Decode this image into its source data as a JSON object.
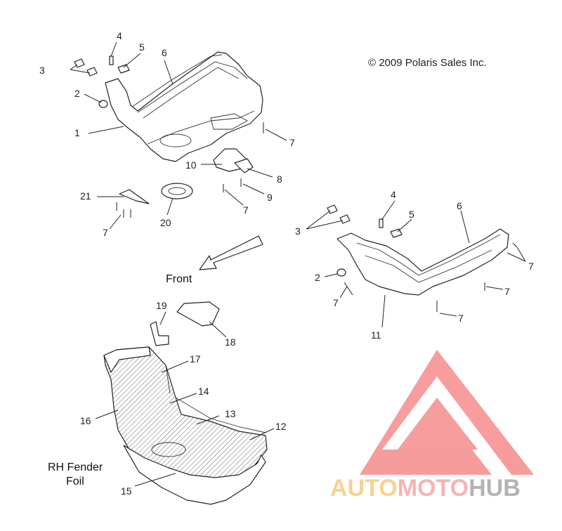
{
  "copyright": "© 2009 Polaris Sales Inc.",
  "front_label": "Front",
  "section_label": [
    "RH Fender",
    "Foil"
  ],
  "watermark": {
    "part1": "AUTO",
    "part2": "MOTO",
    "part3": "HUB",
    "logo_color": "#f47c7c"
  },
  "labels": {
    "l1": "1",
    "l2": "2",
    "l3": "3",
    "l4": "4",
    "l5": "5",
    "l6": "6",
    "l7a": "7",
    "l7b": "7",
    "l7c": "7",
    "l8": "8",
    "l9": "9",
    "l10": "10",
    "l20": "20",
    "l21": "21",
    "r2": "2",
    "r3": "3",
    "r4": "4",
    "r5": "5",
    "r6": "6",
    "r7a": "7",
    "r7b": "7",
    "r7c": "7",
    "r7d": "7",
    "r11": "11",
    "b12": "12",
    "b13": "13",
    "b14": "14",
    "b15": "15",
    "b16": "16",
    "b17": "17",
    "b18": "18",
    "b19": "19"
  }
}
